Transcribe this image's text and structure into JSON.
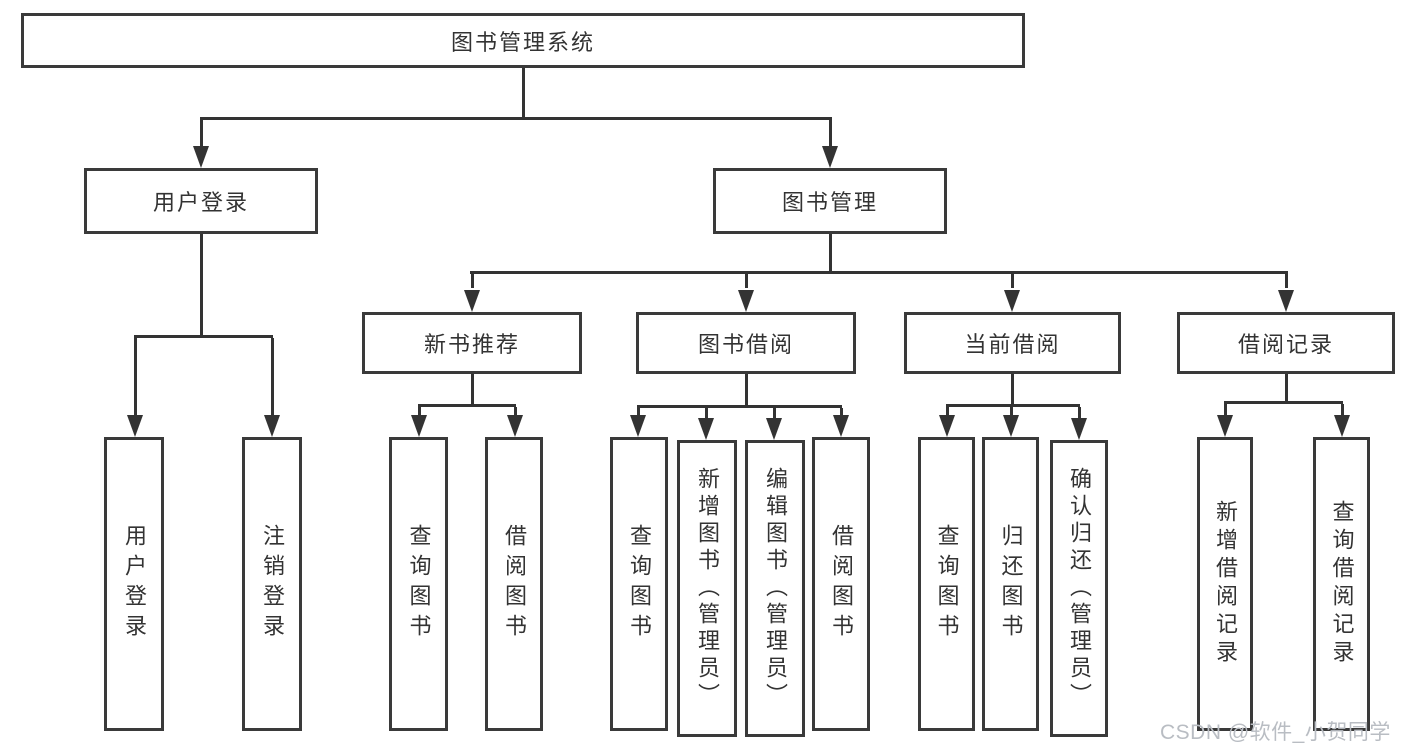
{
  "diagram": {
    "title": "图书管理系统",
    "watermark": "CSDN @软件_小贺同学",
    "colors": {
      "line": "#333333",
      "box_border": "#3a3a3a",
      "text": "#333333",
      "watermark": "#b9bdc3",
      "background": "#ffffff"
    },
    "nodes": {
      "root": {
        "label": "图书管理系统"
      },
      "user_login": {
        "label": "用户登录"
      },
      "book_mgmt": {
        "label": "图书管理"
      },
      "new_book_rec": {
        "label": "新书推荐"
      },
      "book_borrow": {
        "label": "图书借阅"
      },
      "current_borrow": {
        "label": "当前借阅"
      },
      "borrow_records": {
        "label": "借阅记录"
      },
      "leaf_user_login": {
        "label": "用户登录"
      },
      "leaf_logout": {
        "label": "注销登录"
      },
      "leaf_rec_query": {
        "label": "查询图书"
      },
      "leaf_rec_borrow": {
        "label": "借阅图书"
      },
      "leaf_bb_query": {
        "label": "查询图书"
      },
      "leaf_bb_add": {
        "label": "新增图书（管理员）"
      },
      "leaf_bb_edit": {
        "label": "编辑图书（管理员）"
      },
      "leaf_bb_borrow": {
        "label": "借阅图书"
      },
      "leaf_cb_query": {
        "label": "查询图书"
      },
      "leaf_cb_return": {
        "label": "归还图书"
      },
      "leaf_cb_confirm": {
        "label": "确认归还（管理员）"
      },
      "leaf_br_add": {
        "label": "新增借阅记录"
      },
      "leaf_br_query": {
        "label": "查询借阅记录"
      }
    },
    "hierarchy": {
      "图书管理系统": {
        "用户登录": [
          "用户登录",
          "注销登录"
        ],
        "图书管理": {
          "新书推荐": [
            "查询图书",
            "借阅图书"
          ],
          "图书借阅": [
            "查询图书",
            "新增图书（管理员）",
            "编辑图书（管理员）",
            "借阅图书"
          ],
          "当前借阅": [
            "查询图书",
            "归还图书",
            "确认归还（管理员）"
          ],
          "借阅记录": [
            "新增借阅记录",
            "查询借阅记录"
          ]
        }
      }
    }
  }
}
